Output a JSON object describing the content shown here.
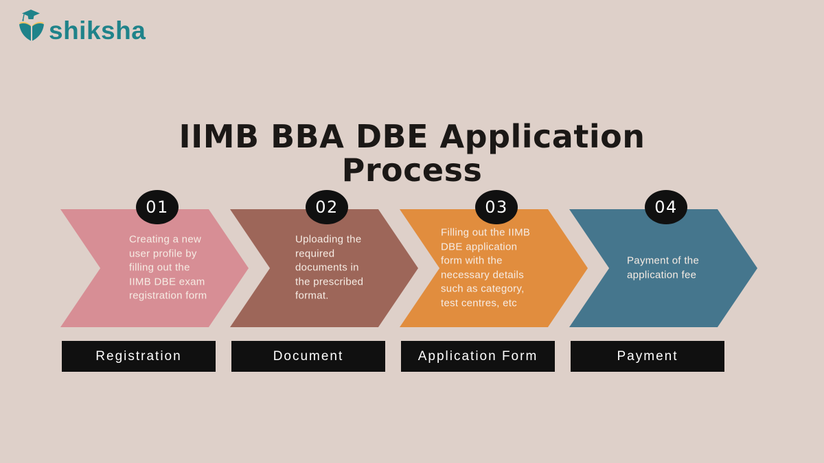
{
  "page": {
    "background": "#ded0c9"
  },
  "brand": {
    "name": "shiksha",
    "color": "#1f838a",
    "accent_color": "#f0c464",
    "icon": "graduation-cap-bird-icon"
  },
  "title": {
    "text": "IIMB BBA DBE Application\nProcess",
    "color": "#1b1816"
  },
  "badge": {
    "bg": "#101010",
    "text_color": "#ffffff"
  },
  "label_bar": {
    "bg": "#101010",
    "text_color": "#ffffff"
  },
  "arrow_text_color": "#f6ece4",
  "steps": [
    {
      "number": "01",
      "color": "#d78e95",
      "description": "Creating a new\nuser profile by\nfilling out the\nIIMB DBE exam\nregistration form",
      "label": "Registration"
    },
    {
      "number": "02",
      "color": "#9d6659",
      "description": "Uploading the\nrequired\ndocuments in\nthe prescribed\nformat.",
      "label": "Document"
    },
    {
      "number": "03",
      "color": "#e18d3e",
      "description": "Filling out the IIMB\nDBE application\nform with the\nnecessary details\nsuch as category,\ntest centres, etc",
      "label": "Application Form"
    },
    {
      "number": "04",
      "color": "#45768d",
      "description": "Payment of the\napplication fee",
      "label": "Payment"
    }
  ]
}
